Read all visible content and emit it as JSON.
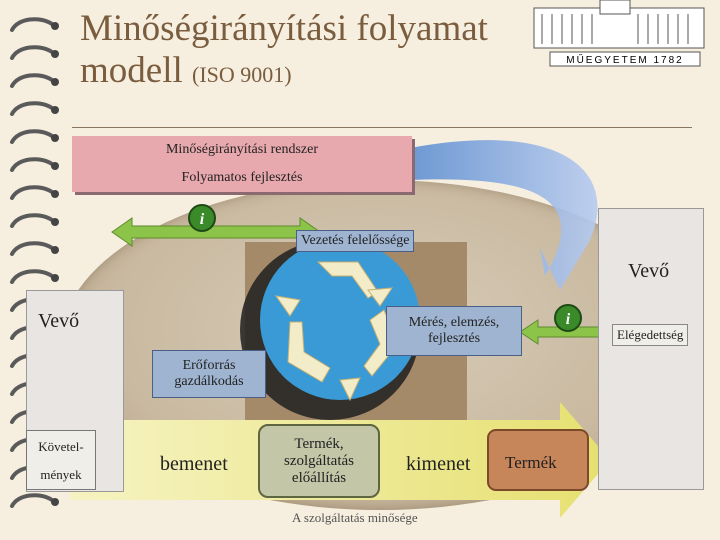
{
  "title": {
    "line1": "Minőségirányítási folyamat",
    "line2_main": "modell",
    "line2_small": "(ISO 9001)"
  },
  "logo": {
    "text": "MŰEGYETEM 1782"
  },
  "boxes": {
    "qms": "Minőségirányítási rendszer",
    "improvement": "Folyamatos fejlesztés",
    "leadership": "Vezetés felelőssége",
    "measurement": "Mérés, elemzés, fejlesztés",
    "resources": "Erőforrás gazdálkodás",
    "product_realization": "Termék, szolgáltatás előállítás",
    "product": "Termék",
    "satisfaction": "Elégedettség"
  },
  "labels": {
    "customer_left": "Vevő",
    "customer_right": "Vevő",
    "requirements_1": "Követel-",
    "requirements_2": "mények",
    "input": "bemenet",
    "output": "kimenet",
    "bottom_partial": "A szolgáltatás minősége"
  },
  "icons": [
    "info-icon",
    "recycle-icon",
    "binder-rings-icon",
    "building-logo-icon"
  ],
  "colors": {
    "title": "#7a5c3e",
    "qms_box": "#e8a9ae",
    "tag_blue": "#9fb4d0",
    "arrow_yellow": "#e8e48a",
    "arrow_green": "#8cc44a",
    "recycle_blue": "#3a9ad6",
    "product_orange": "#c7855a"
  }
}
